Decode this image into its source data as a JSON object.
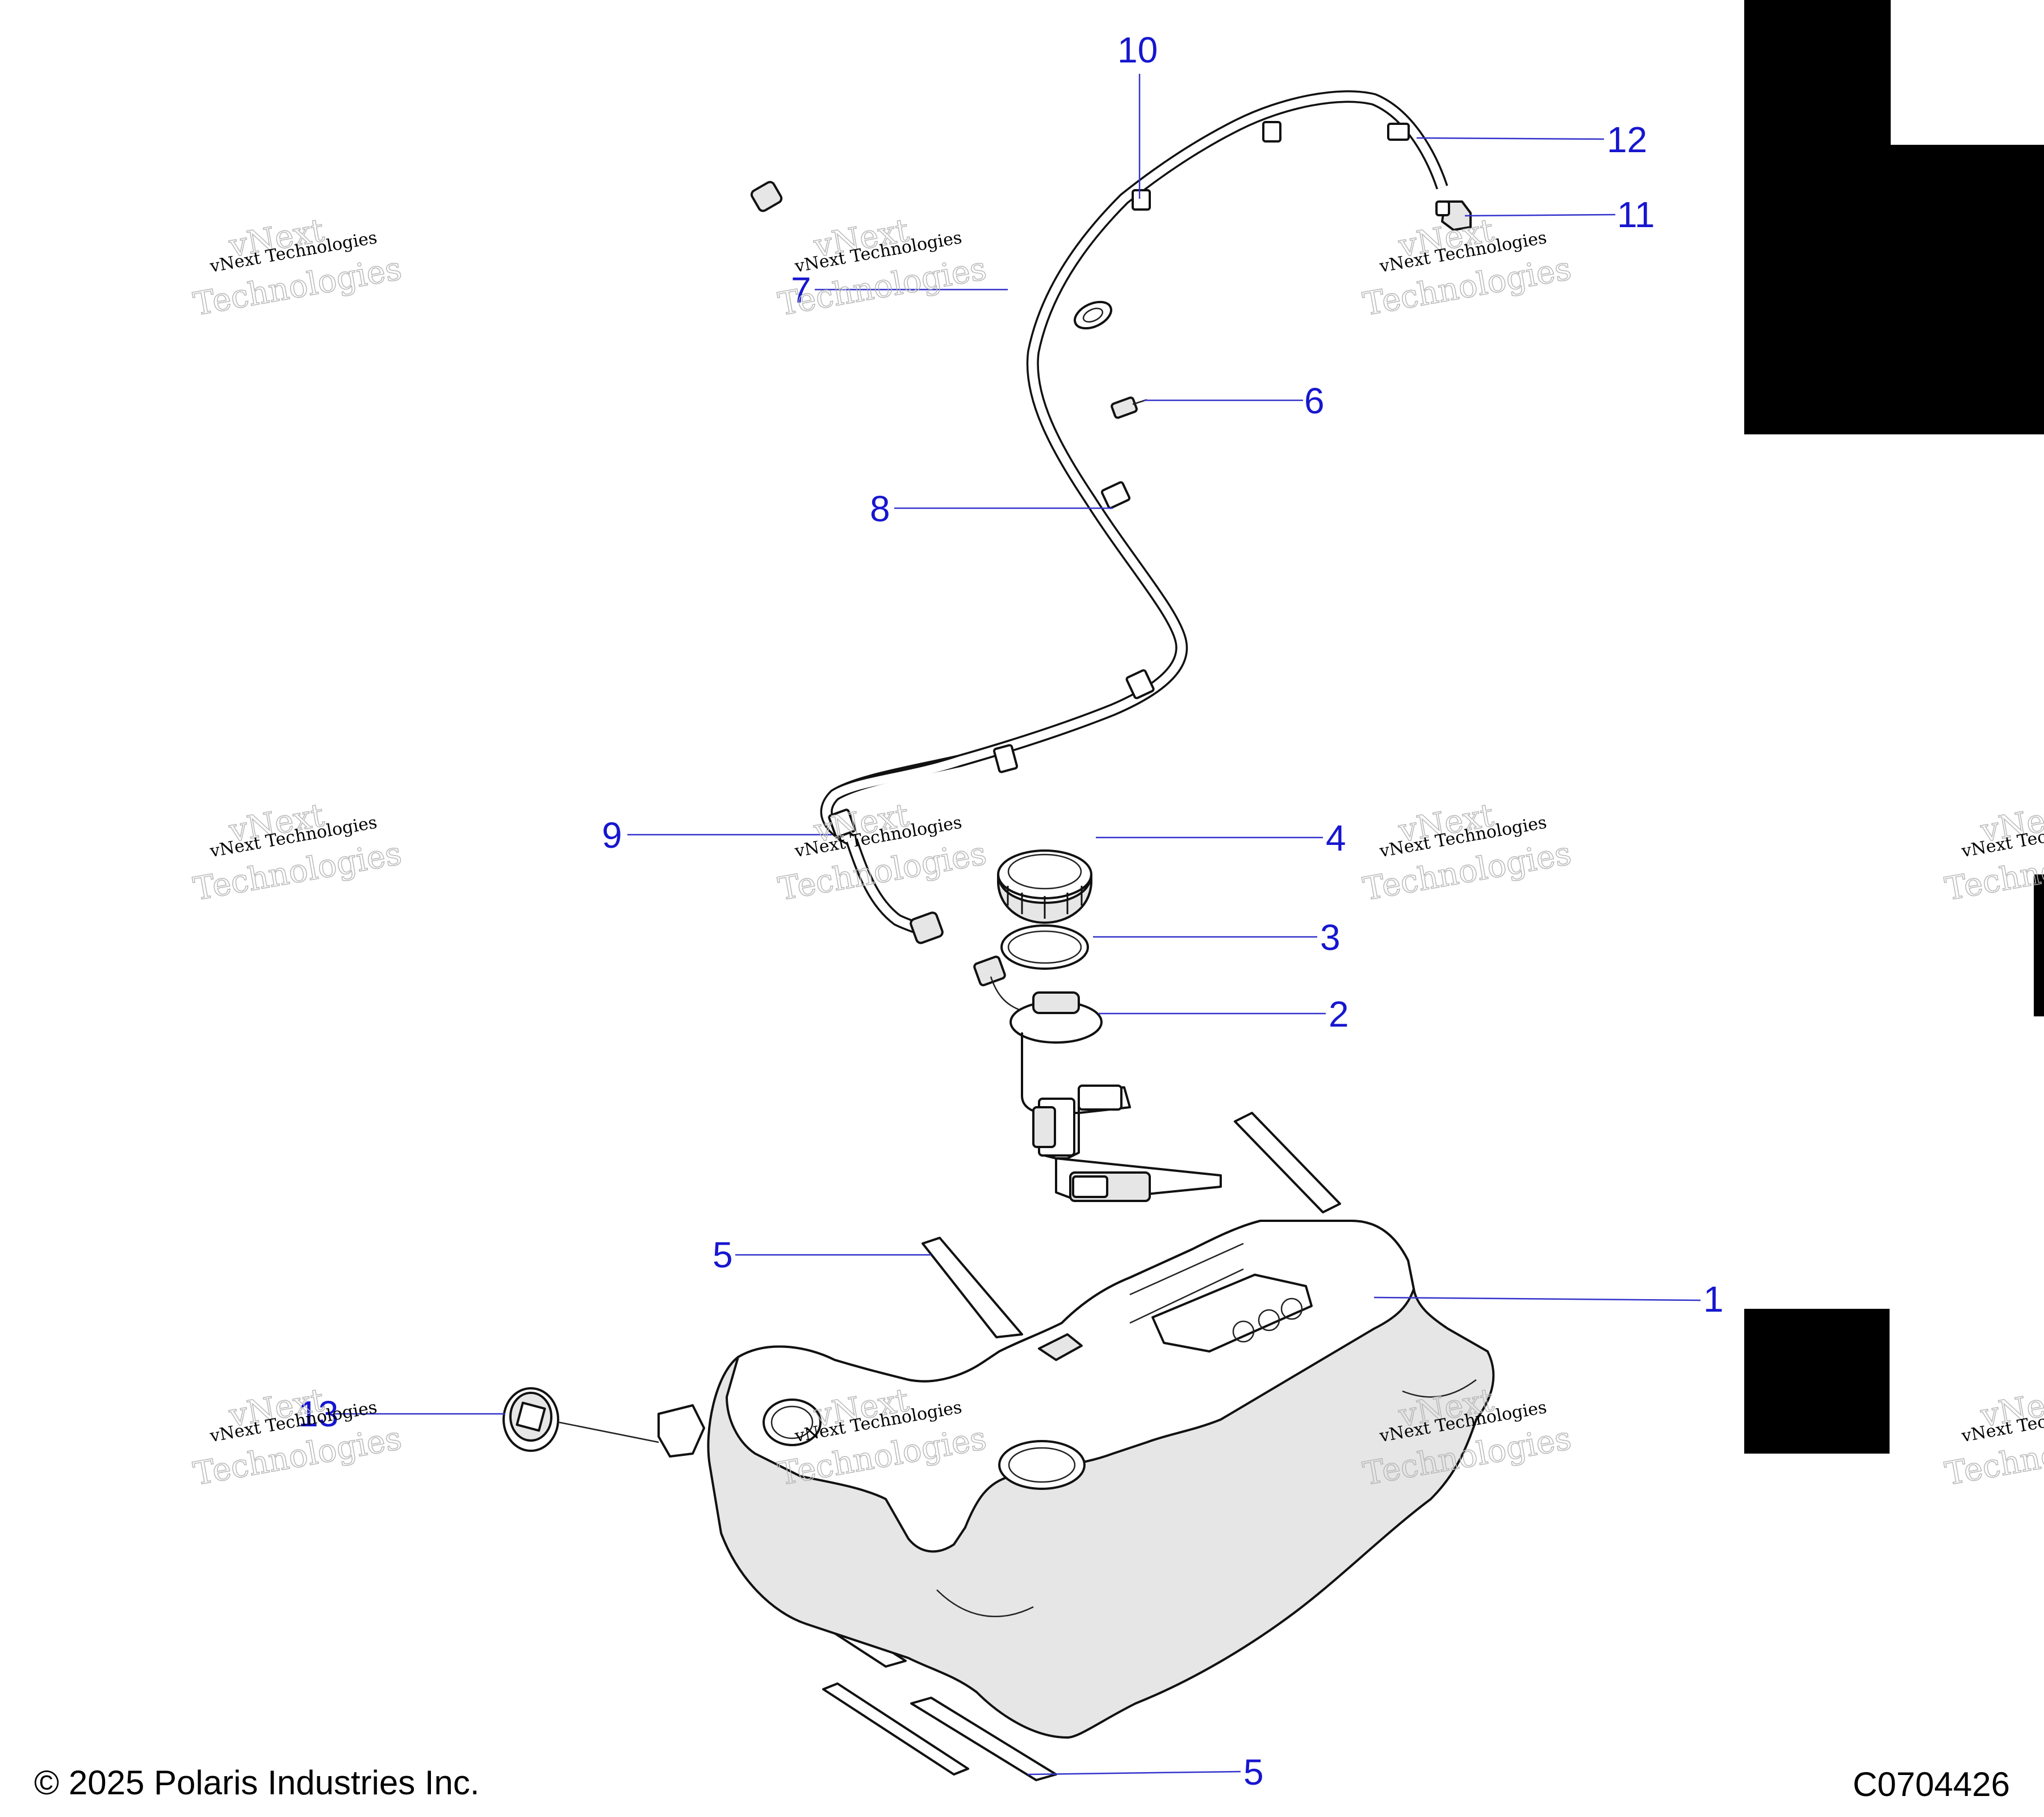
{
  "callouts": [
    {
      "id": "1",
      "label": "1"
    },
    {
      "id": "2",
      "label": "2"
    },
    {
      "id": "3",
      "label": "3"
    },
    {
      "id": "4",
      "label": "4"
    },
    {
      "id": "5a",
      "label": "5"
    },
    {
      "id": "5b",
      "label": "5"
    },
    {
      "id": "6",
      "label": "6"
    },
    {
      "id": "7",
      "label": "7"
    },
    {
      "id": "8",
      "label": "8"
    },
    {
      "id": "9",
      "label": "9"
    },
    {
      "id": "10",
      "label": "10"
    },
    {
      "id": "11",
      "label": "11"
    },
    {
      "id": "12",
      "label": "12"
    },
    {
      "id": "13",
      "label": "13"
    }
  ],
  "watermark": {
    "line1": "vNext Technologies",
    "line2": "Technologies",
    "line3": "vNext"
  },
  "footer": {
    "copyright": "© 2025 Polaris Industries Inc.",
    "drawing_code": "C0704426"
  },
  "colors": {
    "callout": "#1616cf",
    "leader": "#3333cc",
    "line_art": "#111111"
  }
}
